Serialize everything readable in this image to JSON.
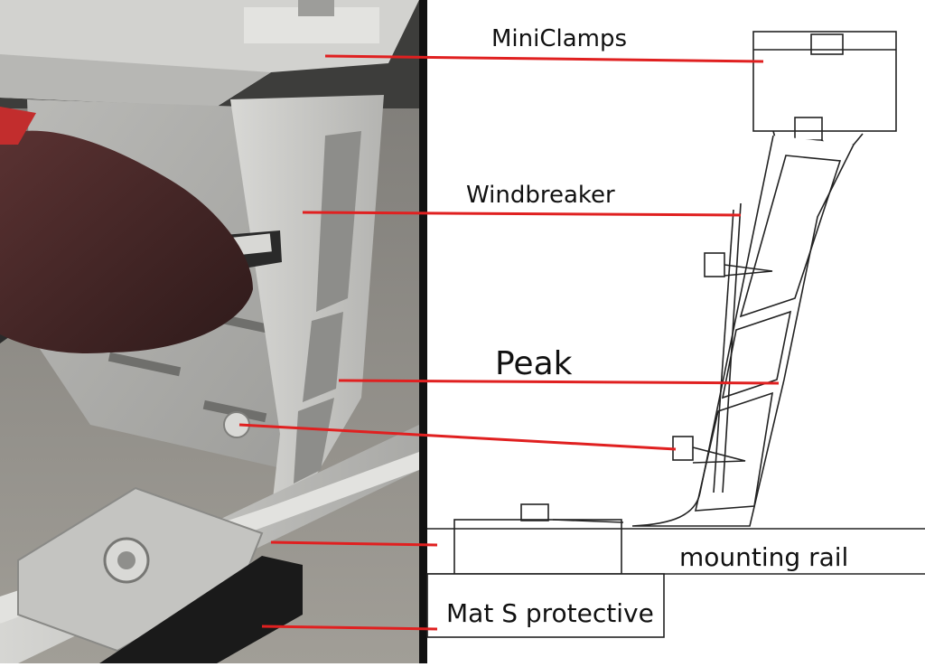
{
  "labels": {
    "miniclamps": "MiniClamps",
    "windbreaker": "Windbreaker",
    "peak": "Peak",
    "mounting_rail": "mounting rail",
    "mat": "Mat S protective"
  },
  "colors": {
    "leader_line": "#e02020",
    "divider": "#111111",
    "drawing_stroke": "#222222",
    "photo_aluminium": "#c9c9c6",
    "photo_glove": "#4a2b2b",
    "photo_floor": "#8c8a84"
  },
  "panels": {
    "left": "photo-of-windbreaker-installation",
    "right": "line-drawing-cross-section"
  }
}
